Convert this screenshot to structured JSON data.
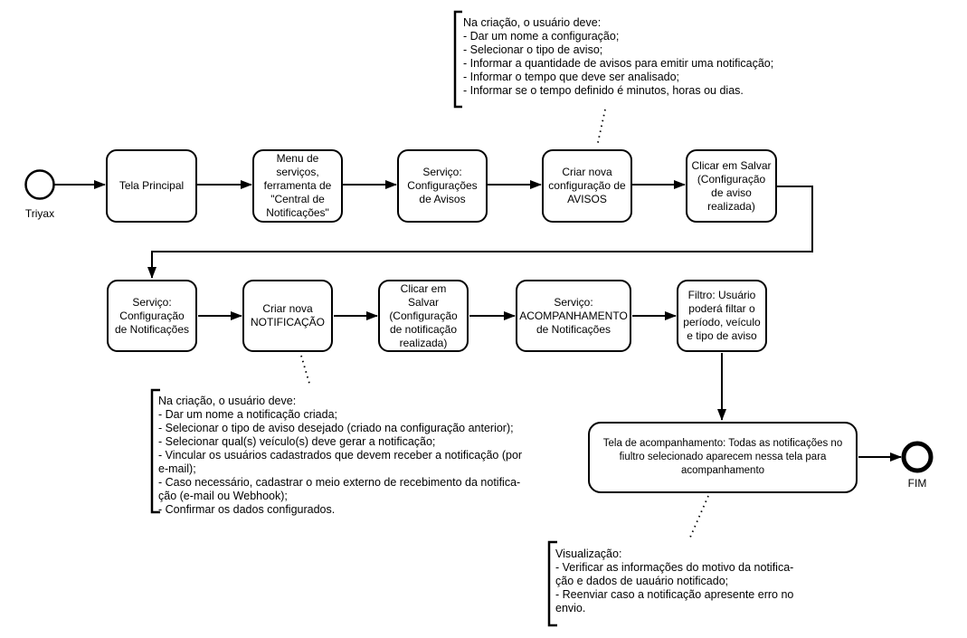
{
  "colors": {
    "stroke": "#000000",
    "background": "#ffffff"
  },
  "start_event": {
    "label": "Triyax"
  },
  "end_event": {
    "label": "FIM"
  },
  "nodes": {
    "row1": [
      {
        "label": "Tela Principal"
      },
      {
        "label": "Menu de serviços, ferramenta de \"Central de Notificações\""
      },
      {
        "label": "Serviço: Configurações de Avisos"
      },
      {
        "label": "Criar nova configuração de AVISOS"
      },
      {
        "label": "Clicar em Salvar (Configuração de aviso realizada)"
      }
    ],
    "row2": [
      {
        "label": "Serviço: Configuração de Notificações"
      },
      {
        "label": "Criar nova NOTIFICAÇÃO"
      },
      {
        "label": "Clicar em Salvar (Configuração de notificação realizada)"
      },
      {
        "label": "Serviço: ACOMPANHAMENTO de Notificações"
      },
      {
        "label": "Filtro: Usuário poderá filtar o período, veículo e tipo de aviso"
      }
    ],
    "final": {
      "label": "Tela de acompanhamento: Todas as notificações no fiultro selecionado aparecem nessa tela para acompanhamento"
    }
  },
  "annotations": {
    "aviso": {
      "lines": [
        "Na criação, o usuário deve:",
        "- Dar um nome a configuração;",
        "- Selecionar o tipo de aviso;",
        "- Informar a quantidade de avisos para emitir uma notificação;",
        "- Informar o tempo que deve ser analisado;",
        "- Informar se o tempo definido é minutos, horas ou dias."
      ]
    },
    "notificacao": {
      "lines": [
        "Na criação, o usuário deve:",
        "- Dar um nome a notificação criada;",
        "- Selecionar o tipo de aviso desejado (criado na configuração anterior);",
        "- Selecionar qual(s) veículo(s) deve gerar a notificação;",
        "- Vincular os usuários cadastrados que devem receber a notificação (por",
        "e-mail);",
        "- Caso necessário, cadastrar o meio externo de recebimento da notifica-",
        "ção (e-mail ou Webhook);",
        "- Confirmar os dados configurados."
      ]
    },
    "visualizacao": {
      "lines": [
        "Visualização:",
        "- Verificar as informações do motivo da notifica-",
        "ção e dados de uauário notificado;",
        "- Reenviar caso a notificação apresente erro no",
        "envio."
      ]
    }
  }
}
